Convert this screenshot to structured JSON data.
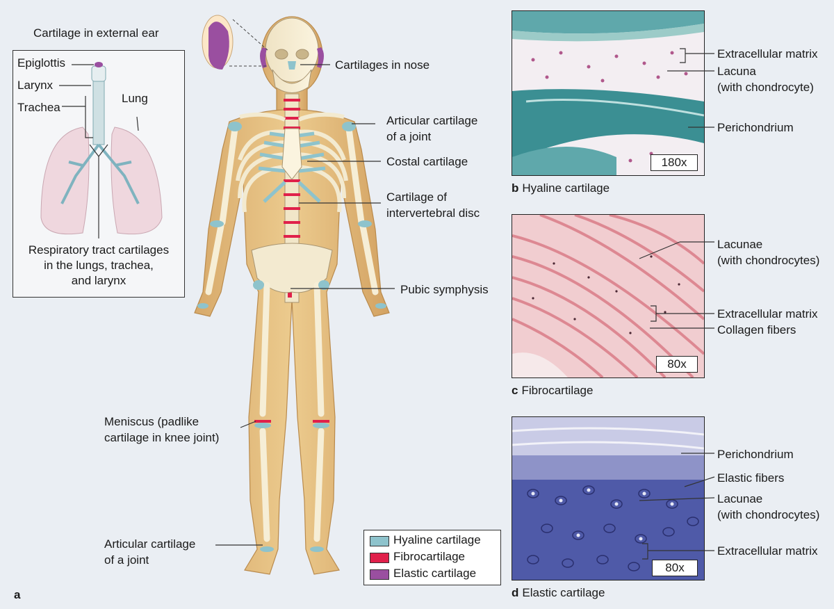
{
  "figure_letter": "a",
  "body_labels": {
    "external_ear": "Cartilage in external ear",
    "nose": "Cartilages in nose",
    "articular_upper_1": "Articular cartilage",
    "articular_upper_2": "of a joint",
    "costal": "Costal cartilage",
    "interverteb_1": "Cartilage of",
    "interverteb_2": "intervertebral disc",
    "pubic": "Pubic symphysis",
    "meniscus_1": "Meniscus (padlike",
    "meniscus_2": "cartilage in knee joint)",
    "articular_lower_1": "Articular cartilage",
    "articular_lower_2": "of a joint"
  },
  "inset": {
    "epiglottis": "Epiglottis",
    "larynx": "Larynx",
    "trachea": "Trachea",
    "lung": "Lung",
    "caption_1": "Respiratory tract cartilages",
    "caption_2": "in the lungs, trachea,",
    "caption_3": "and larynx"
  },
  "legend": [
    {
      "label": "Hyaline cartilage",
      "color": "#8ec3cc"
    },
    {
      "label": "Fibrocartilage",
      "color": "#e0204a"
    },
    {
      "label": "Elastic cartilage",
      "color": "#9a4fa0"
    }
  ],
  "panels": {
    "b": {
      "letter": "b",
      "title": "Hyaline cartilage",
      "magnification": "180x",
      "labels": [
        "Extracellular matrix",
        "Lacuna",
        "(with chondrocyte)",
        "Perichondrium"
      ]
    },
    "c": {
      "letter": "c",
      "title": "Fibrocartilage",
      "magnification": "80x",
      "labels": [
        "Lacunae",
        "(with chondrocytes)",
        "Extracellular matrix",
        "Collagen fibers"
      ]
    },
    "d": {
      "letter": "d",
      "title": "Elastic cartilage",
      "magnification": "80x",
      "labels": [
        "Perichondrium",
        "Elastic fibers",
        "Lacunae",
        "(with chondrocytes)",
        "Extracellular matrix"
      ]
    }
  }
}
